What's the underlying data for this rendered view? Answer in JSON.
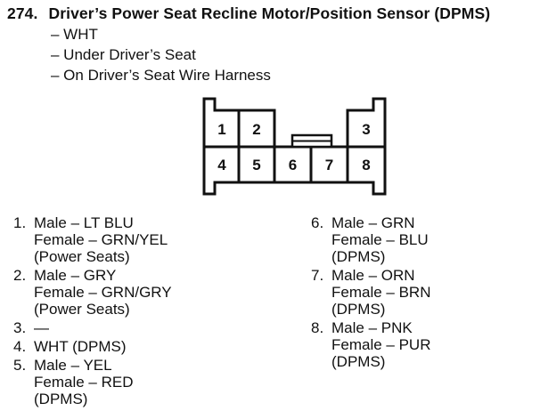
{
  "header": {
    "number": "274.",
    "title": "Driver’s Power Seat Recline Motor/Position Sensor (DPMS)",
    "bullets": [
      "– WHT",
      "– Under Driver’s Seat",
      "– On Driver’s Seat Wire Harness"
    ]
  },
  "connector": {
    "pins": [
      "1",
      "2",
      "3",
      "4",
      "5",
      "6",
      "7",
      "8"
    ]
  },
  "pin_list": {
    "left": [
      {
        "num": "1.",
        "lines": [
          "Male – LT BLU",
          "Female – GRN/YEL",
          "(Power Seats)"
        ]
      },
      {
        "num": "2.",
        "lines": [
          "Male – GRY",
          "Female – GRN/GRY",
          "(Power Seats)"
        ]
      },
      {
        "num": "3.",
        "lines": [
          "—"
        ]
      },
      {
        "num": "4.",
        "lines": [
          "WHT (DPMS)"
        ]
      },
      {
        "num": "5.",
        "lines": [
          "Male – YEL",
          "Female – RED",
          "(DPMS)"
        ]
      }
    ],
    "right": [
      {
        "num": "6.",
        "lines": [
          "Male – GRN",
          "Female – BLU",
          "(DPMS)"
        ]
      },
      {
        "num": "7.",
        "lines": [
          "Male – ORN",
          "Female – BRN",
          "(DPMS)"
        ]
      },
      {
        "num": "8.",
        "lines": [
          "Male – PNK",
          "Female – PUR",
          "(DPMS)"
        ]
      }
    ]
  },
  "colors": {
    "ink": "#111111",
    "paper": "#ffffff"
  }
}
